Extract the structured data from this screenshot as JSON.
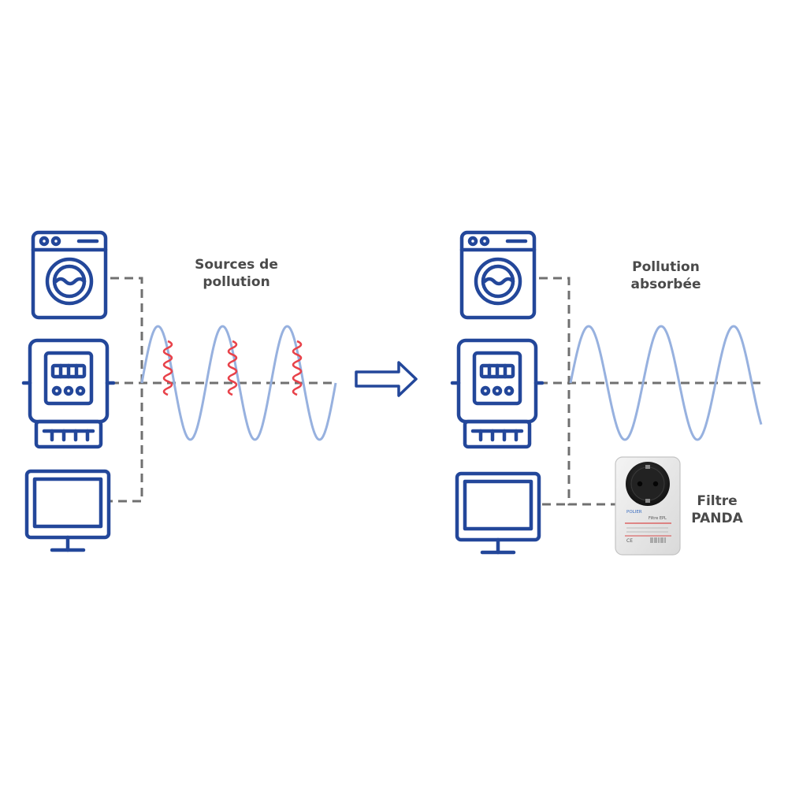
{
  "left_panel": {
    "label_line1": "Sources de",
    "label_line2": "pollution"
  },
  "right_panel": {
    "label_line1": "Pollution",
    "label_line2": "absorbée",
    "filter_label_line1": "Filtre",
    "filter_label_line2": "PANDA"
  },
  "filter_device": {
    "brand": "POLIER",
    "model": "Filtre EPL",
    "mark": "CE"
  },
  "colors": {
    "icon": "#23479a",
    "wave": "#97b1df",
    "noise": "#e8424a",
    "dashed_line": "#707070",
    "label": "#4a4a4a"
  }
}
